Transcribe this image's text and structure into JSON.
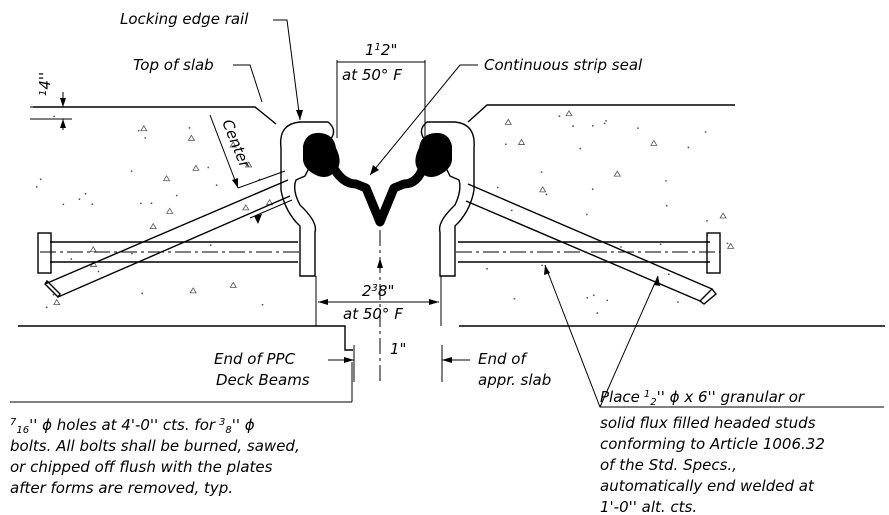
{
  "labels": {
    "locking_edge_rail": "Locking edge rail",
    "top_of_slab": "Top of slab",
    "quarter_inch_num": "1",
    "quarter_inch_den": "4",
    "quarter_inch_unit": "''",
    "center": "Center",
    "continuous_strip_seal": "Continuous strip seal",
    "gap_top_whole": "1",
    "gap_top_frac": "1",
    "gap_top_den": "2",
    "gap_top_unit": "\"",
    "gap_top_temp": "at 50° F",
    "gap_mid_whole": "2",
    "gap_mid_num": "3",
    "gap_mid_den": "8",
    "gap_mid_unit": "\"",
    "gap_mid_temp": "at 50° F",
    "gap_bottom": "1\"",
    "end_ppc_line1": "End of PPC",
    "end_ppc_line2": "Deck Beams",
    "end_appr_line1": "End of",
    "end_appr_line2": "appr. slab"
  },
  "notes": {
    "holes": {
      "num": "7",
      "den": "16",
      "text1": "'' ϕ holes at 4'-0'' cts. for",
      "num2": "3",
      "den2": "8",
      "text1_end": "'' ϕ",
      "line2": "bolts. All bolts shall be burned, sawed,",
      "line3": "or chipped off flush with the plates",
      "line4": "after forms are removed, typ."
    },
    "studs": {
      "pre": "Place",
      "num": "1",
      "den": "2",
      "text1": "'' ϕ x 6'' granular or",
      "line2": "solid flux filled headed studs",
      "line3": "conforming to Article 1006.32",
      "line4": "of the Std. Specs.,",
      "line5": "automatically end welded at",
      "line6": "1'-0'' alt. cts."
    }
  }
}
